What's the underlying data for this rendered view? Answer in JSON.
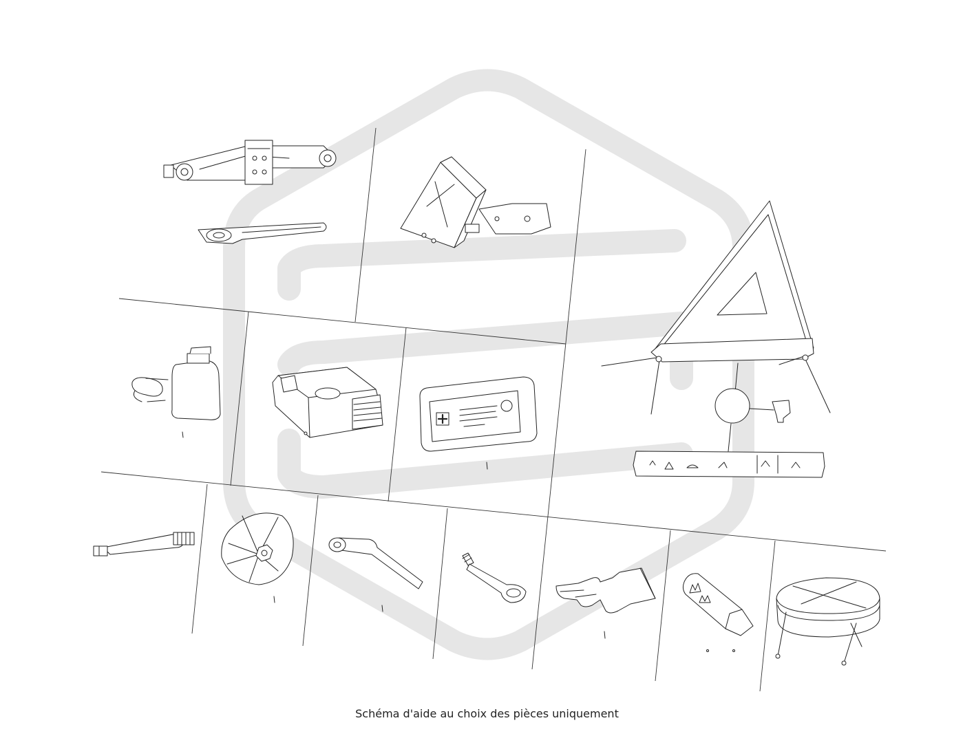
{
  "caption": "Schéma d'aide au choix des pièces uniquement",
  "watermark": {
    "shape": "hexagon-logo",
    "color": "#e4e4e4"
  },
  "line_color": "#222222",
  "parts": [
    {
      "name": "jack-and-wheel-wrench"
    },
    {
      "name": "wheel-chock"
    },
    {
      "name": "warning-triangle-kit"
    },
    {
      "name": "tire-sealant-kit"
    },
    {
      "name": "tire-inflation-compressor"
    },
    {
      "name": "first-aid-kit"
    },
    {
      "name": "screwdriver-handle"
    },
    {
      "name": "spare-wheel-cover"
    },
    {
      "name": "wheel-bolt-wrench"
    },
    {
      "name": "towing-eye"
    },
    {
      "name": "gloves"
    },
    {
      "name": "fire-extinguisher"
    },
    {
      "name": "warning-lamp"
    }
  ]
}
